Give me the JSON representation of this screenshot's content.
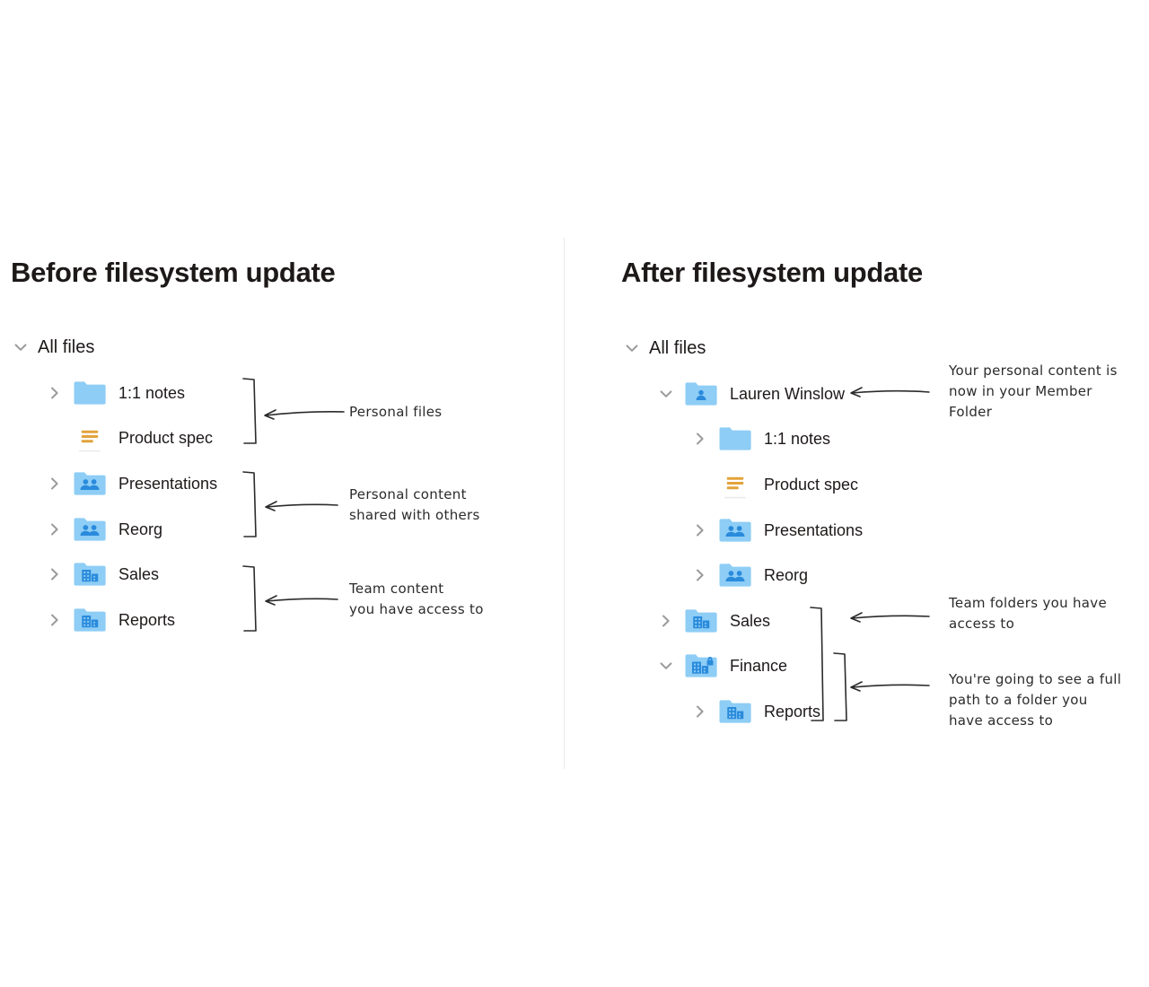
{
  "panels": {
    "before": {
      "title": "Before filesystem update",
      "root": {
        "label": "All files",
        "chevron": "chevron-down-icon"
      },
      "items": [
        {
          "label": "1:1 notes",
          "icon": "folder-plain-icon",
          "chevron": "chevron-right-icon",
          "indent": 1
        },
        {
          "label": "Product spec",
          "icon": "document-icon",
          "chevron": "none",
          "indent": 1
        },
        {
          "label": "Presentations",
          "icon": "folder-shared-icon",
          "chevron": "chevron-right-icon",
          "indent": 1
        },
        {
          "label": "Reorg",
          "icon": "folder-shared-icon",
          "chevron": "chevron-right-icon",
          "indent": 1
        },
        {
          "label": "Sales",
          "icon": "folder-team-icon",
          "chevron": "chevron-right-icon",
          "indent": 1
        },
        {
          "label": "Reports",
          "icon": "folder-team-icon",
          "chevron": "chevron-right-icon",
          "indent": 1
        }
      ],
      "annotations": [
        {
          "text": "Personal files"
        },
        {
          "text": "Personal content\nshared with others"
        },
        {
          "text": "Team content\nyou have access to"
        }
      ]
    },
    "after": {
      "title": "After filesystem update",
      "root": {
        "label": "All files",
        "chevron": "chevron-down-icon"
      },
      "items": [
        {
          "label": "Lauren Winslow",
          "icon": "folder-member-icon",
          "chevron": "chevron-down-icon",
          "indent": 1
        },
        {
          "label": "1:1 notes",
          "icon": "folder-plain-icon",
          "chevron": "chevron-right-icon",
          "indent": 2
        },
        {
          "label": "Product spec",
          "icon": "document-icon",
          "chevron": "none",
          "indent": 2
        },
        {
          "label": "Presentations",
          "icon": "folder-shared-icon",
          "chevron": "chevron-right-icon",
          "indent": 2
        },
        {
          "label": "Reorg",
          "icon": "folder-shared-icon",
          "chevron": "chevron-right-icon",
          "indent": 2
        },
        {
          "label": "Sales",
          "icon": "folder-team-icon",
          "chevron": "chevron-right-icon",
          "indent": 1
        },
        {
          "label": "Finance",
          "icon": "folder-team-locked-icon",
          "chevron": "chevron-down-icon",
          "indent": 1
        },
        {
          "label": "Reports",
          "icon": "folder-team-icon",
          "chevron": "chevron-right-icon",
          "indent": 2
        }
      ],
      "annotations": [
        {
          "text": "Your personal content is\nnow in your Member\nFolder"
        },
        {
          "text": "Team folders you have\naccess to"
        },
        {
          "text": "You're going to see a full\npath to a folder you\nhave access to"
        }
      ]
    }
  },
  "colors": {
    "folder_fill": "#8ecdf5",
    "folder_glyph": "#2a8bdc",
    "document_line": "#e2a33c",
    "chevron": "#9b9b9b",
    "text": "#1e1919",
    "divider": "#eceae8",
    "ink": "#2b2b2b"
  }
}
